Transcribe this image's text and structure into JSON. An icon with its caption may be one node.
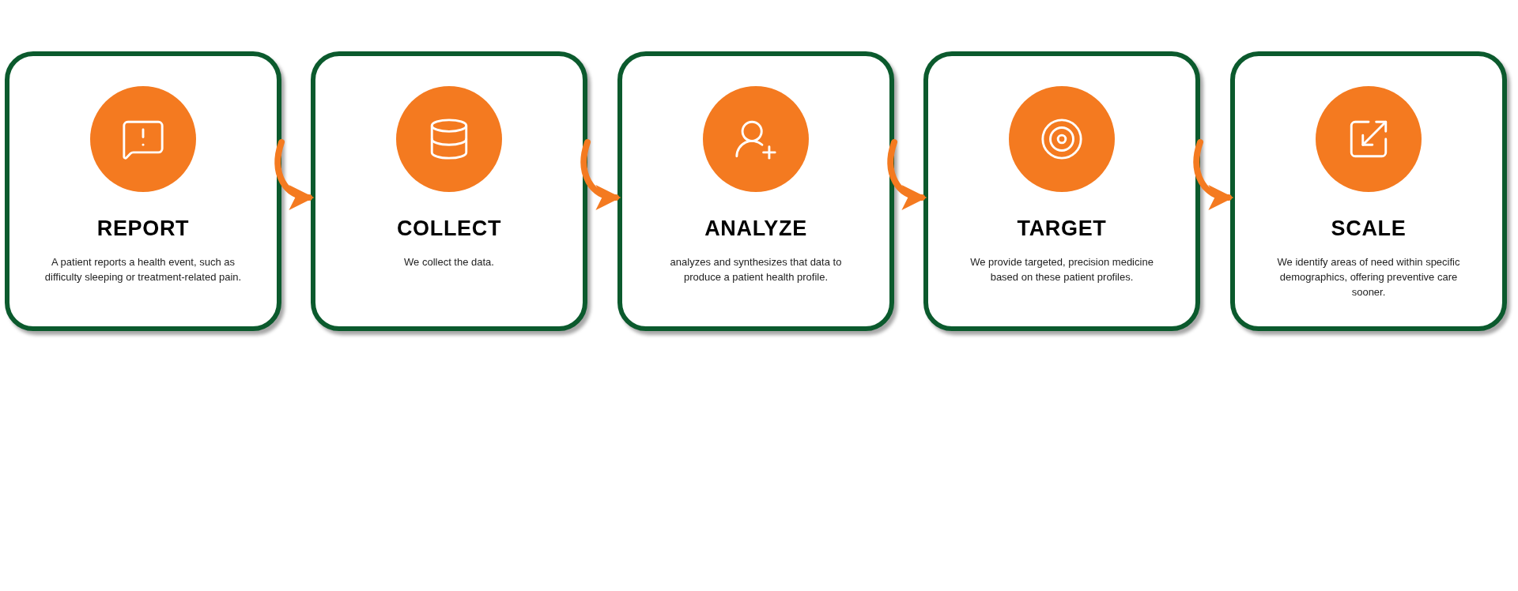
{
  "diagram": {
    "nodes": [
      {
        "text": [
          "REPORT",
          "A patient reports a health event, such as difficulty sleeping or treatment-related pain."
        ]
      },
      {
        "text": [
          "COLLECT",
          "We collect the data."
        ]
      },
      {
        "text": [
          "ANALYZE",
          "analyzes and synthesizes that data to produce a patient health profile."
        ]
      },
      {
        "text": [
          "TARGET",
          "We provide targeted, precision medicine based on these patient profiles."
        ]
      },
      {
        "text": [
          "SCALE",
          "We identify areas of need within specific demographics, offering preventive care sooner."
        ]
      }
    ],
    "edges": [
      {
        "from": 0,
        "to": 1,
        "arrow": "to"
      },
      {
        "from": 1,
        "to": 2,
        "arrow": "to"
      },
      {
        "from": 2,
        "to": 3,
        "arrow": "to"
      },
      {
        "from": 3,
        "to": 4,
        "arrow": "to"
      }
    ]
  }
}
